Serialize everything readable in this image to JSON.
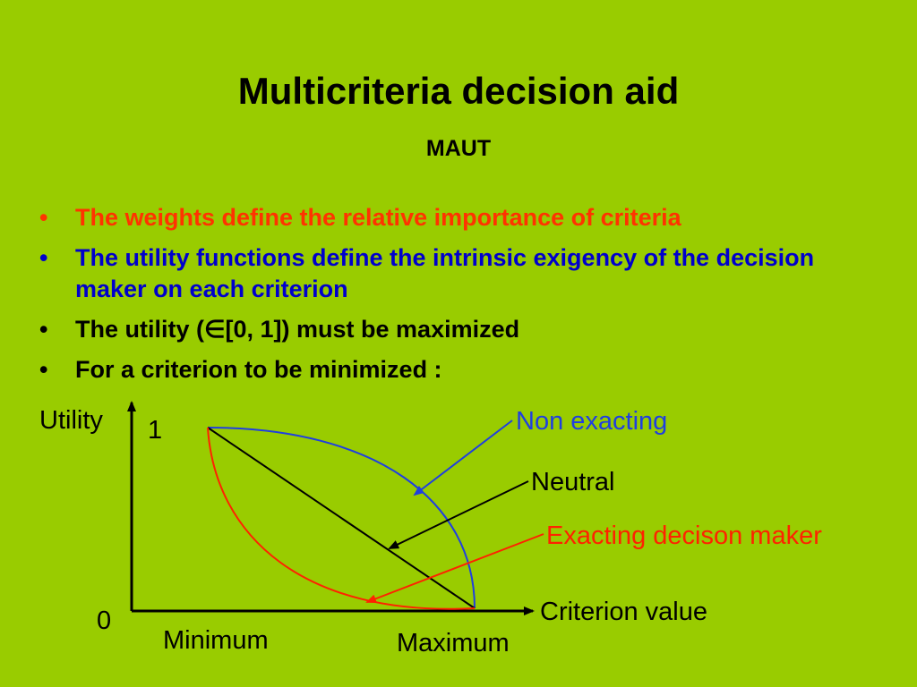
{
  "title": "Multicriteria decision aid",
  "subtitle": "MAUT",
  "bullets": [
    {
      "text": "The weights define the relative importance of criteria",
      "color": "#FF3300"
    },
    {
      "text": "The utility functions define the intrinsic exigency of the decision maker on each criterion",
      "color": "#0000CC"
    },
    {
      "text": "The utility (∈[0, 1]) must be maximized",
      "color": "#000000"
    },
    {
      "text": "For a criterion to be minimized :",
      "color": "#000000"
    }
  ],
  "bullet_marker": "•",
  "diagram": {
    "y_axis_label": "Utility",
    "x_axis_label": "Criterion value",
    "y_max_label": "1",
    "origin_label": "0",
    "x_min_label": "Minimum",
    "x_max_label": "Maximum",
    "curves": [
      {
        "name": "Non exacting",
        "color": "#1F3FE0"
      },
      {
        "name": "Neutral",
        "color": "#000000"
      },
      {
        "name": "Exacting decison maker",
        "color": "#FF2200"
      }
    ]
  }
}
